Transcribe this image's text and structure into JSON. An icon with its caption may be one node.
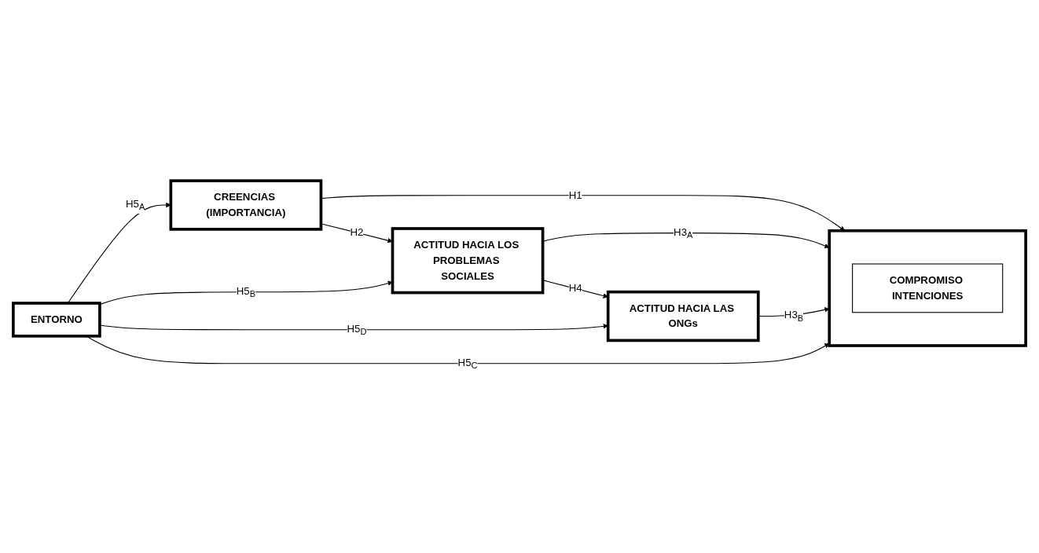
{
  "diagram": {
    "nodes": [
      {
        "text": [
          "CREENCIAS (IMPORTANCIA)"
        ]
      },
      {
        "text": [
          "ACTITUD HACIA LOS PROBLEMAS SOCIALES"
        ]
      },
      {
        "text": [],
        "shape": "box"
      },
      {
        "text": [
          "COMPROMISO INTENCIONES"
        ],
        "in": 2
      },
      {
        "text": [
          "ENTORNO"
        ]
      },
      {
        "text": [
          "ACTITUD HACIA LAS ONGs"
        ]
      }
    ],
    "edges": [
      {
        "from": 0,
        "to": 2,
        "arrow": "to",
        "label": "H1"
      },
      {
        "from": 0,
        "to": 1,
        "arrow": "to",
        "label": "H2"
      },
      {
        "from": 1,
        "to": 5,
        "arrow": "to",
        "label": "H4"
      },
      {
        "from": 1,
        "to": 2,
        "arrow": "to",
        "label": "H3$_{A}$"
      },
      {
        "from": 5,
        "to": 2,
        "arrow": "to",
        "label": "H3$_{B}$"
      },
      {
        "from": 4,
        "to": 0,
        "arrow": "to",
        "label": "H5$_{A}$"
      },
      {
        "from": 4,
        "to": 1,
        "arrow": "to",
        "label": "H5$_{B}$"
      },
      {
        "from": 4,
        "to": 2,
        "arrow": "to",
        "label": "H5$_{C}$"
      },
      {
        "from": 4,
        "to": 5,
        "arrow": "to",
        "label": "H5$_{D}$"
      }
    ]
  }
}
